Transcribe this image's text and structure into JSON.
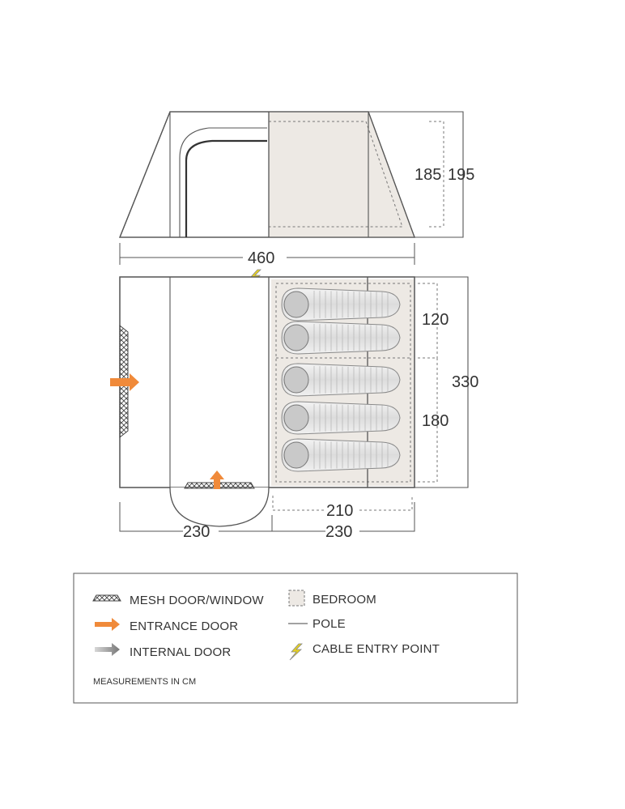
{
  "side_view": {
    "heights": [
      "185",
      "195"
    ]
  },
  "plan_view": {
    "overall_width": "460",
    "overall_depth": "330",
    "bedroom_depths": [
      "120",
      "180"
    ],
    "bedroom_width_inner": "210",
    "living_width": "230",
    "bedroom_width": "230",
    "sleeping_bags": 5
  },
  "legend": {
    "mesh": "MESH DOOR/WINDOW",
    "entrance": "ENTRANCE DOOR",
    "internal": "INTERNAL DOOR",
    "bedroom": "BEDROOM",
    "pole": "POLE",
    "cable": "CABLE ENTRY POINT",
    "note": "MEASUREMENTS IN CM"
  },
  "colors": {
    "outline": "#555555",
    "bedroom_fill": "#ede9e4",
    "entrance_arrow": "#f08a3a",
    "cable_icon": "#e8d21e"
  }
}
